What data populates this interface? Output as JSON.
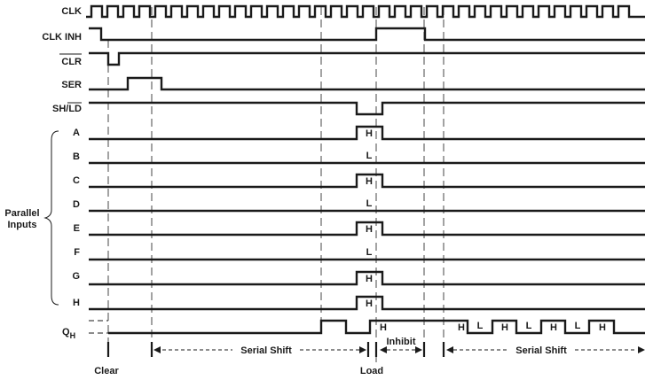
{
  "signals": {
    "clk": "CLK",
    "clk_inh": "CLK INH",
    "clr": "CLR",
    "ser": "SER",
    "sh_ld": "SH/LD",
    "sh_part": "SH/",
    "ld_part": "LD"
  },
  "parallel": {
    "group_line1": "Parallel",
    "group_line2": "Inputs",
    "inputs": [
      {
        "name": "A",
        "level": "H"
      },
      {
        "name": "B",
        "level": "L"
      },
      {
        "name": "C",
        "level": "H"
      },
      {
        "name": "D",
        "level": "L"
      },
      {
        "name": "E",
        "level": "H"
      },
      {
        "name": "F",
        "level": "L"
      },
      {
        "name": "G",
        "level": "H"
      },
      {
        "name": "H",
        "level": "H"
      }
    ]
  },
  "output": {
    "name": "Q",
    "subscript": "H",
    "levels": [
      "H",
      "H",
      "L",
      "H",
      "L",
      "H",
      "L",
      "H"
    ]
  },
  "phases": {
    "clear": "Clear",
    "serial_shift_1": "Serial Shift",
    "load": "Load",
    "inhibit": "Inhibit",
    "serial_shift_2": "Serial Shift"
  }
}
